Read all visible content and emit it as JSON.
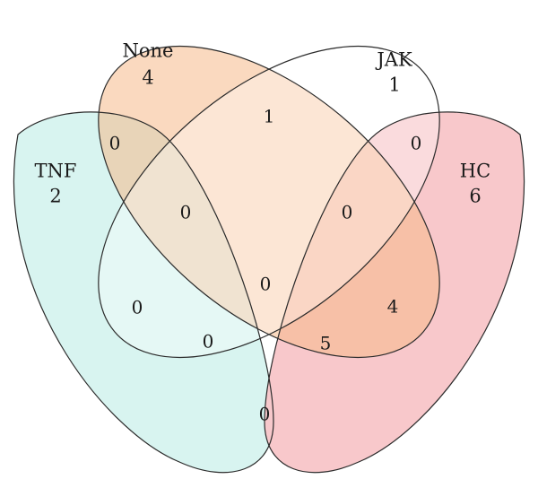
{
  "sets": {
    "none": {
      "name": "None",
      "total": "4",
      "color": "#f6b98a"
    },
    "jak": {
      "name": "JAK",
      "total": "1",
      "color": "#ffffff"
    },
    "tnf": {
      "name": "TNF",
      "total": "2",
      "color": "#d6f3ef"
    },
    "hc": {
      "name": "HC",
      "total": "6",
      "color": "#f8c5c8"
    }
  },
  "regions": {
    "none_jak": "1",
    "none_tnf": "0",
    "jak_hc": "0",
    "none_jak_tnf": "0",
    "none_jak_hc": "0",
    "all_four": "0",
    "tnf_jak": "0",
    "none_hc": "4",
    "tnf_jak_hc": "0",
    "none_tnf_hc": "5",
    "tnf_hc": "0"
  }
}
